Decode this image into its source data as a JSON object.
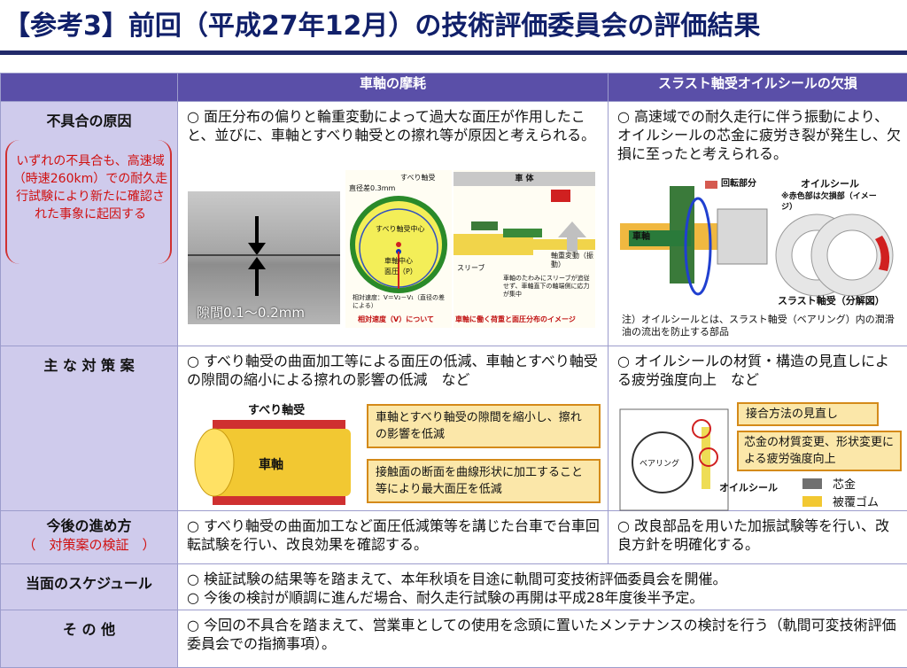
{
  "title": "【参考3】前回（平成27年12月）の技術評価委員会の評価結果",
  "header": {
    "col2": "車軸の摩耗",
    "col3": "スラスト軸受オイルシールの欠損"
  },
  "rows": {
    "cause": {
      "label": "不具合の原因",
      "note": "いずれの不具合も、高速域（時速260km）での耐久走行試験により新たに確認された事象に起因する",
      "axle": "○ 面圧分布の偏りと輪重変動によって過大な面圧が作用したこと、並びに、車軸とすべり軸受との擦れ等が原因と考えられる。",
      "seal": "○ 高速域での耐久走行に伴う振動により、オイルシールの芯金に疲労き裂が発生し、欠損に至ったと考えられる。",
      "gap_label": "隙間0.1～0.2mm",
      "fig1_caption": "相対速度（V）について",
      "fig2_caption": "車軸に働く荷重と面圧分布のイメージ",
      "fig_labels": {
        "diam": "直径差0.3mm",
        "bearing": "すべり軸受",
        "bearing_center": "すべり軸受中心",
        "axle_center": "車軸中心",
        "pressure": "面圧（P）",
        "rel_speed": "相対速度：V＝V₂－V₁（直径の差による）",
        "body": "車 体",
        "axle_load": "軸重変動（振動）",
        "sleeve": "スリーブ",
        "axle_note": "車軸のたわみにスリーブが追従せず、車軸直下の軸端側に応力が集中",
        "rotating": "回転部分",
        "axle": "車軸",
        "oil_seal": "オイルシール",
        "red_note": "※赤色部は欠損部（イメージ）",
        "thrust": "スラスト軸受（分解図）"
      },
      "seal_footnote": "注）オイルシールとは、スラスト軸受（ベアリング）内の潤滑油の流出を防止する部品"
    },
    "measure": {
      "label": "主 な 対 策 案",
      "axle": "○ すべり軸受の曲面加工等による面圧の低減、車軸とすべり軸受の隙間の縮小による擦れの影響の低減　など",
      "seal": "○ オイルシールの材質・構造の見直しによる疲労強度向上　など",
      "bearing_label": "すべり軸受",
      "axle_label": "車軸",
      "box1": "車軸とすべり軸受の隙間を縮小し、擦れの影響を低減",
      "box2": "接触面の断面を曲線形状に加工すること等により最大面圧を低減",
      "seal_box1": "接合方法の見直し",
      "seal_box2": "芯金の材質変更、形状変更による疲労強度向上",
      "bearing2": "ベアリング",
      "oilseal": "オイルシール",
      "legend1": "芯金",
      "legend2": "被覆ゴム"
    },
    "next": {
      "label": "今後の進め方",
      "sub": "（　対策案の検証　）",
      "axle": "○ すべり軸受の曲面加工など面圧低減策等を講じた台車で台車回転試験を行い、改良効果を確認する。",
      "seal": "○ 改良部品を用いた加振試験等を行い、改良方針を明確化する。"
    },
    "schedule": {
      "label": "当面のスケジュール",
      "line1": "○ 検証試験の結果等を踏まえて、本年秋頃を目途に軌間可変技術評価委員会を開催。",
      "line2": "○ 今後の検討が順調に進んだ場合、耐久走行試験の再開は平成28年度後半予定。"
    },
    "other": {
      "label": "そ の 他",
      "text": "○ 今回の不具合を踏まえて、営業車としての使用を念頭に置いたメンテナンスの検討を行う（軌間可変技術評価委員会での指摘事項）。"
    }
  },
  "colors": {
    "header_bg": "#5a4fa8",
    "label_bg": "#cfcbec",
    "title": "#11206a",
    "note_red": "#d01010",
    "box_fill": "#fbe7a9",
    "box_border": "#d48a1a"
  }
}
